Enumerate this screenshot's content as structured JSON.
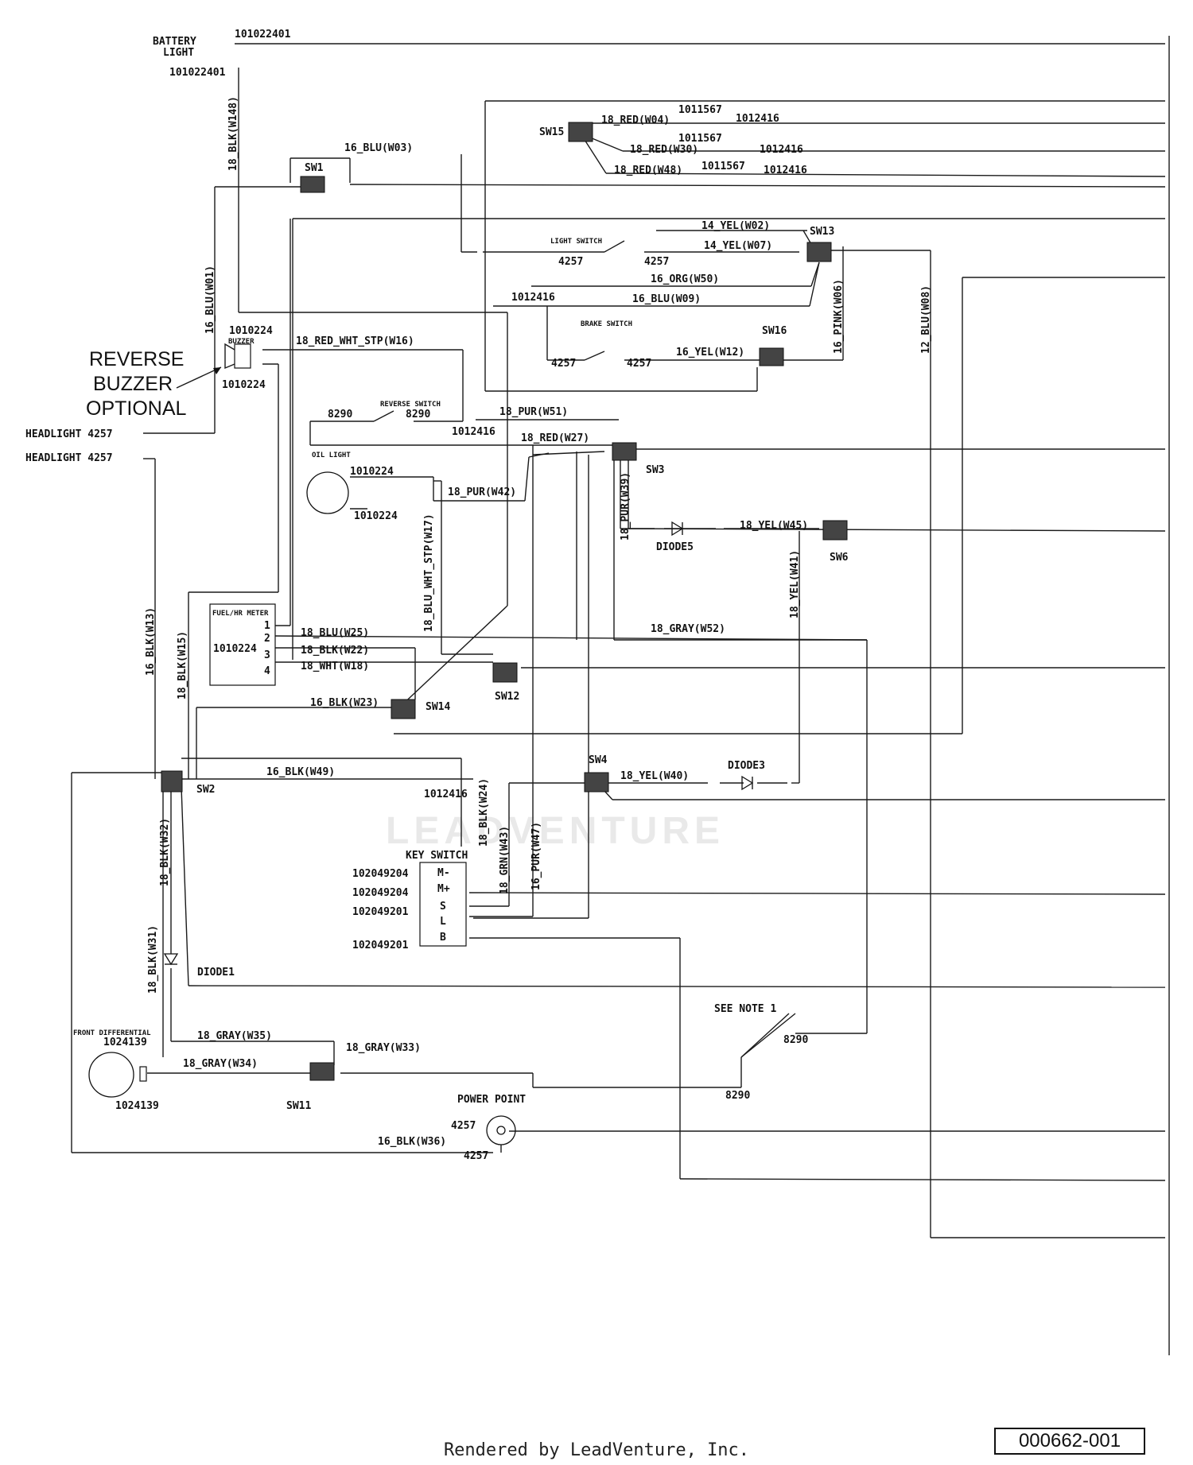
{
  "diagram": {
    "labels": {
      "battery_light": "BATTERY",
      "battery_light2": "LIGHT",
      "p101022401a": "101022401",
      "p101022401b": "101022401",
      "w48_18blk": "18_BLK(W148)",
      "w01": "16_BLU(W01)",
      "w03": "16_BLU(W03)",
      "sw1": "SW1",
      "sw15": "SW15",
      "w04": "18_RED(W04)",
      "w30": "18_RED(W30)",
      "w48": "18_RED(W48)",
      "p1011567a": "1011567",
      "p1011567b": "1011567",
      "p1011567c": "1011567",
      "p1012416a": "1012416",
      "p1012416b": "1012416",
      "p1012416c": "1012416",
      "light_switch": "LIGHT SWITCH",
      "p4257a": "4257",
      "p4257b": "4257",
      "w02": "14_YEL(W02)",
      "w07": "14_YEL(W07)",
      "sw13": "SW13",
      "w50": "16_ORG(W50)",
      "p1012416d": "1012416",
      "w09": "16_BLU(W09)",
      "brake_switch": "BRAKE SWITCH",
      "p4257c": "4257",
      "p4257d": "4257",
      "w12": "16_YEL(W12)",
      "sw16": "SW16",
      "w06": "16_PINK(W06)",
      "w08": "12_BLU(W08)",
      "p1010224a": "1010224",
      "buzzer": "BUZZER",
      "p1010224b": "1010224",
      "w16": "18_RED_WHT_STP(W16)",
      "reverse": "REVERSE",
      "buzzer_big": "BUZZER",
      "optional": "OPTIONAL",
      "reverse_switch": "REVERSE SWITCH",
      "p8290a": "8290",
      "p8290b": "8290",
      "w51": "18_PUR(W51)",
      "p1012416e": "1012416",
      "w27": "18_RED(W27)",
      "headlight1": "HEADLIGHT 4257",
      "headlight2": "HEADLIGHT 4257",
      "oil_light": "OIL LIGHT",
      "p1010224c": "1010224",
      "p1010224d": "1010224",
      "w42": "18_PUR(W42)",
      "w17": "18_BLU_WHT_STP(W17)",
      "sw3": "SW3",
      "w39": "18_PUR(W39)",
      "diode5": "DIODE5",
      "w45": "18_YEL(W45)",
      "sw6": "SW6",
      "w41": "18_YEL(W41)",
      "w13": "16_BLK(W13)",
      "w15": "18_BLK(W15)",
      "meter": "FUEL/HR METER",
      "m1": "1",
      "m2": "2",
      "m3": "3",
      "m4": "4",
      "p1010224e": "1010224",
      "w25": "18_BLU(W25)",
      "w22": "18_BLK(W22)",
      "w18": "18_WHT(W18)",
      "w52": "18_GRAY(W52)",
      "sw12": "SW12",
      "w23": "16_BLK(W23)",
      "sw14": "SW14",
      "w49": "16_BLK(W49)",
      "sw2": "SW2",
      "p1012416f": "1012416",
      "w24": "18_BLK(W24)",
      "sw4": "SW4",
      "w40": "18_YEL(W40)",
      "diode3": "DIODE3",
      "w32": "18_BLK(W32)",
      "key_switch": "KEY SWITCH",
      "k102049204a": "102049204",
      "k102049204b": "102049204",
      "k102049201a": "102049201",
      "k102049201b": "102049201",
      "km_minus": "M-",
      "km_plus": "M+",
      "ks": "S",
      "kl": "L",
      "kb": "B",
      "w43": "18_GRN(W43)",
      "w47": "16_PUR(W47)",
      "w31": "18_BLK(W31)",
      "diode1": "DIODE1",
      "see_note": "SEE NOTE 1",
      "p8290c": "8290",
      "front_diff": "FRONT DIFFERENTIAL",
      "p1024139a": "1024139",
      "w35": "18_GRAY(W35)",
      "w33": "18_GRAY(W33)",
      "w34": "18_GRAY(W34)",
      "p1024139b": "1024139",
      "sw11": "SW11",
      "p8290d": "8290",
      "power_point": "POWER POINT",
      "p4257e": "4257",
      "w36": "16_BLK(W36)",
      "p4257f": "4257"
    }
  },
  "watermark": "LEADVENTURE",
  "doc_id": "000662-001",
  "footer": "Rendered by LeadVenture, Inc."
}
